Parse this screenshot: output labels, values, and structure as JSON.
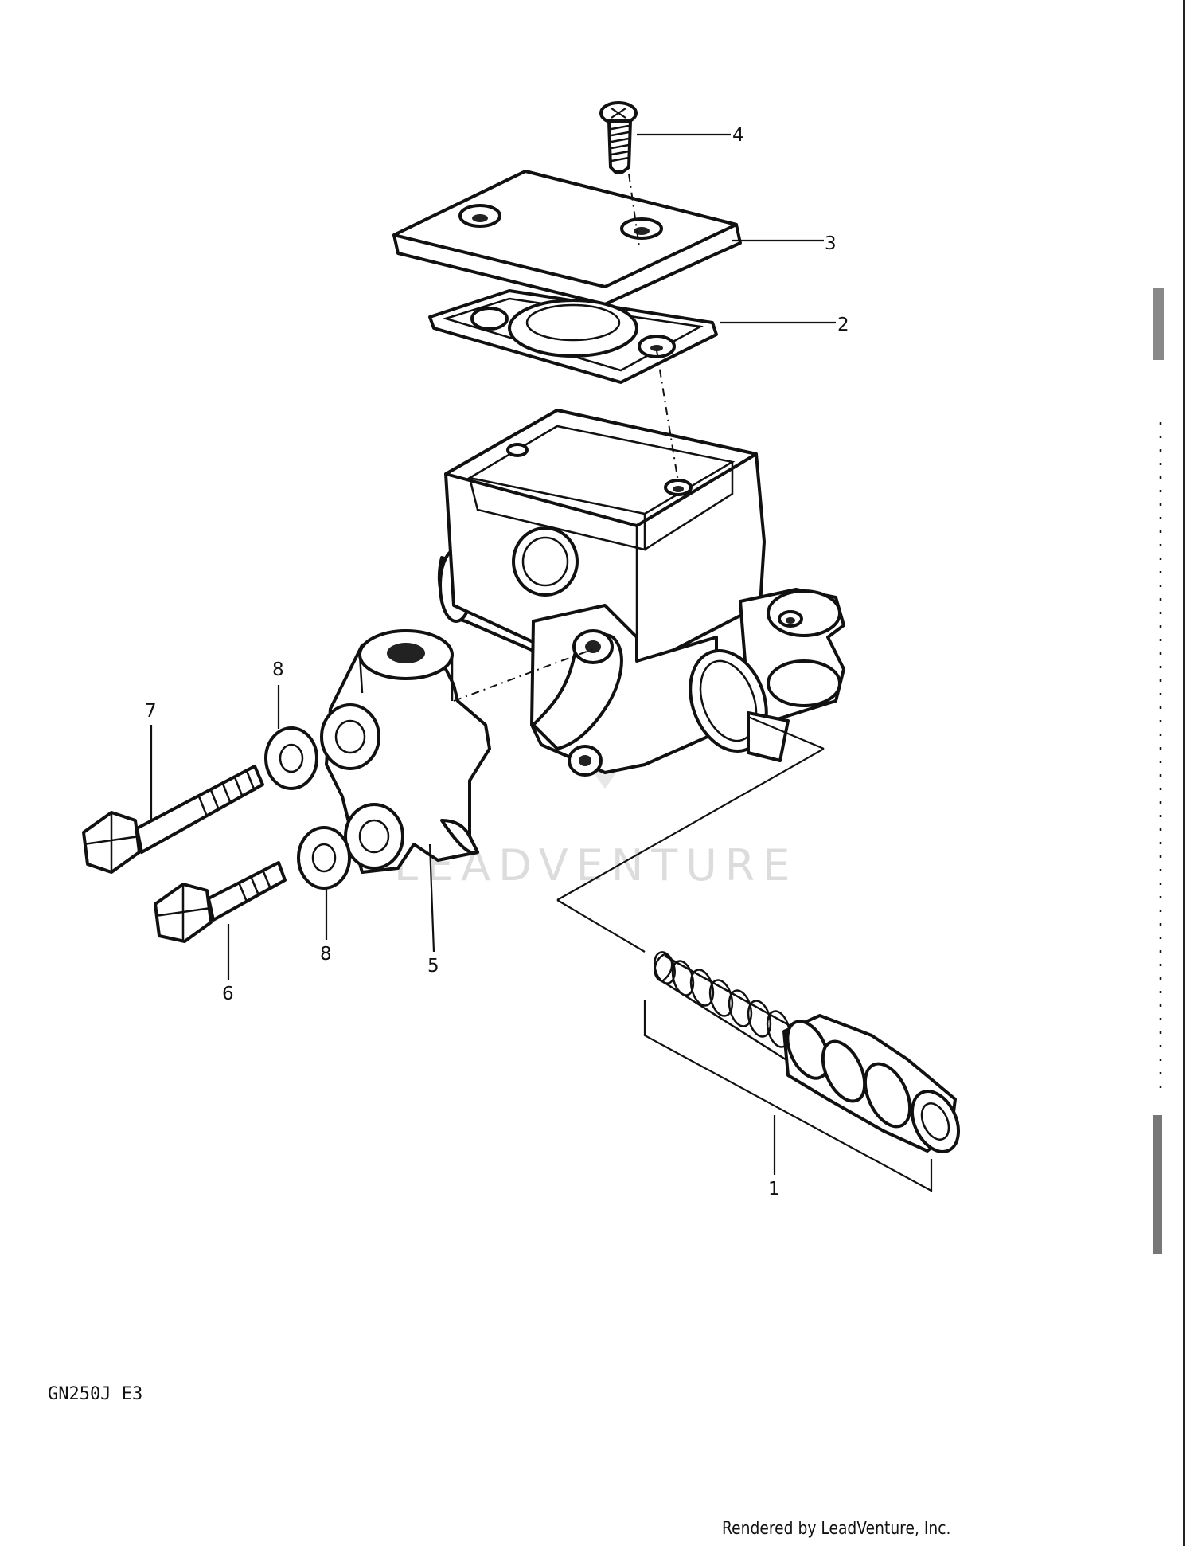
{
  "diagram": {
    "model_code": "GN250J  E3",
    "footer_text": "Rendered by LeadVenture, Inc.",
    "watermark_text": "LEADVENTURE",
    "callouts": [
      {
        "id": "1",
        "label": "1"
      },
      {
        "id": "2",
        "label": "2"
      },
      {
        "id": "3",
        "label": "3"
      },
      {
        "id": "4",
        "label": "4"
      },
      {
        "id": "5",
        "label": "5"
      },
      {
        "id": "6",
        "label": "6"
      },
      {
        "id": "7",
        "label": "7"
      },
      {
        "id": "8a",
        "label": "8"
      },
      {
        "id": "8b",
        "label": "8"
      }
    ]
  }
}
